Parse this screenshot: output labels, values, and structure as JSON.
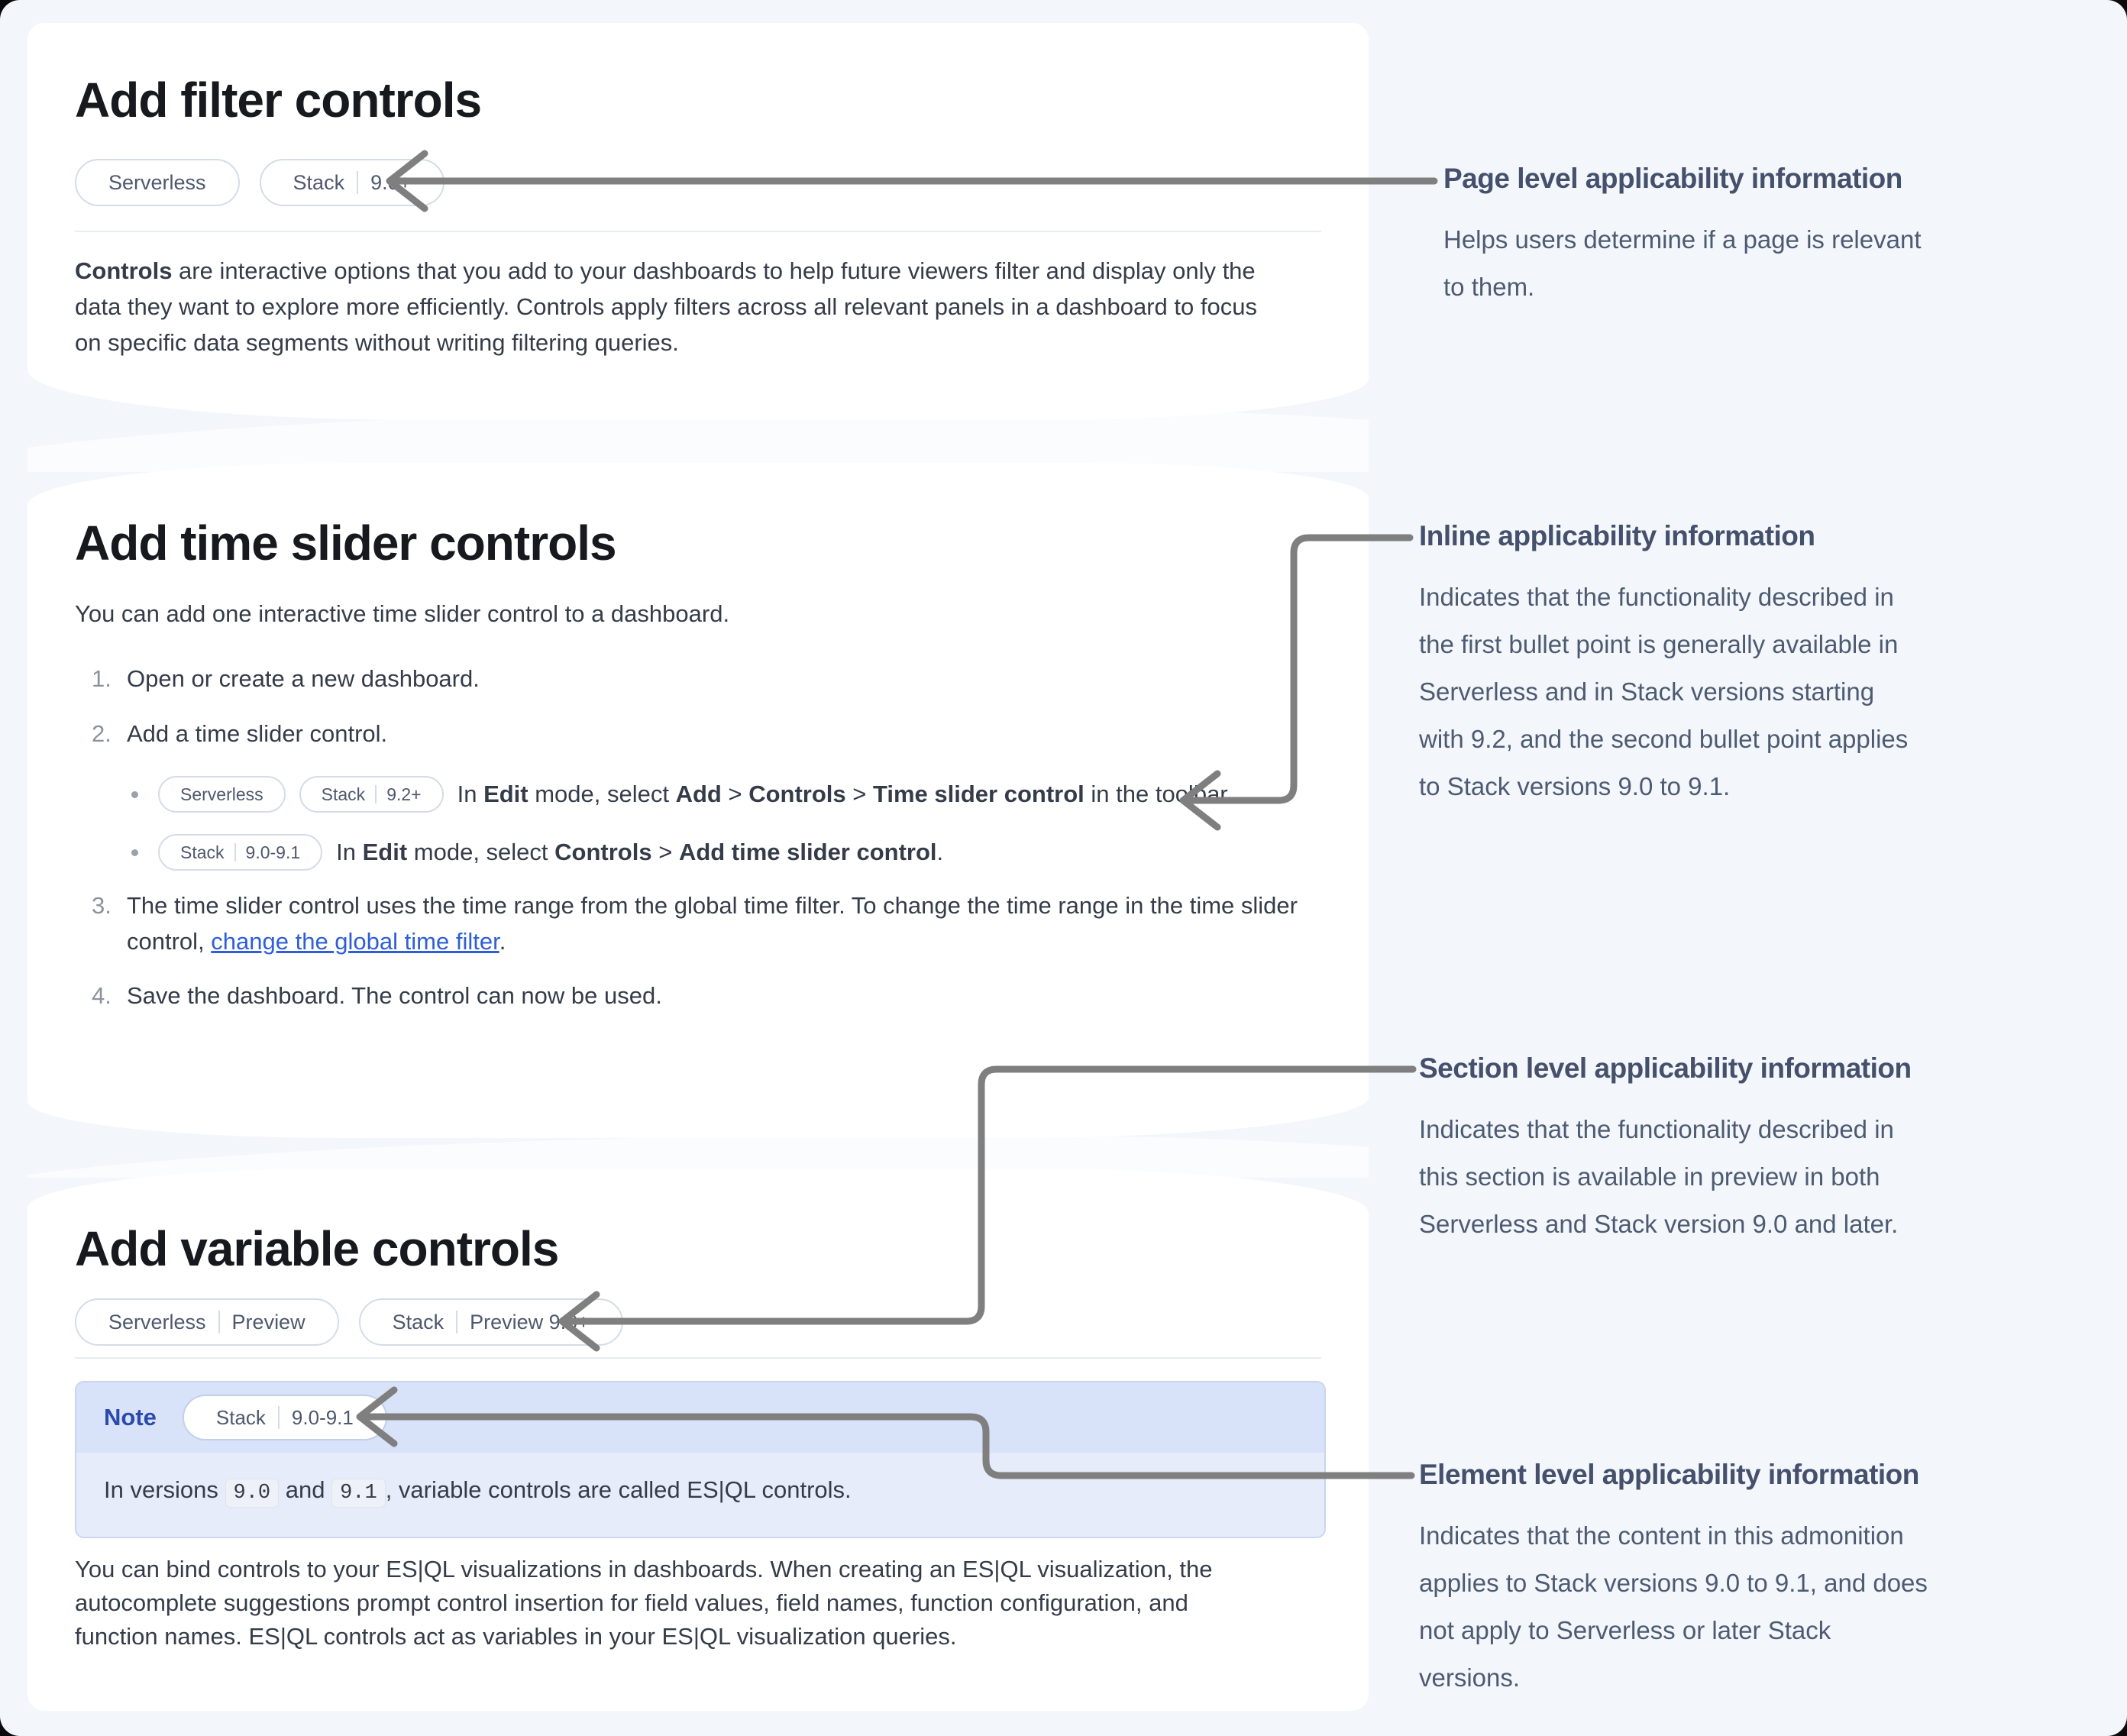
{
  "colors": {
    "page_bg": "#f3f6fb",
    "card_bg": "#ffffff",
    "arrow": "#7f7f7f",
    "heading_text": "#17191e",
    "body_text": "#353c49",
    "annotation_heading": "#45516c",
    "annotation_body": "#4d5b72",
    "badge_border": "#d5dce8",
    "badge_text": "#4e586e",
    "link": "#2e5ed8",
    "note_header_bg": "#d8e2f8",
    "note_body_bg": "#e6ecfa",
    "note_title": "#2a4aac",
    "code_bg": "#eef1f7"
  },
  "filter_section": {
    "title": "Add filter controls",
    "badges": [
      {
        "segments": [
          "Serverless"
        ]
      },
      {
        "segments": [
          "Stack",
          "9.0+"
        ]
      }
    ],
    "intro_runs": [
      {
        "t": "Controls",
        "b": true
      },
      {
        "t": " are interactive options that you add to your dashboards to help future viewers filter and display only the\ndata they want to explore more efficiently. Controls apply filters across all relevant panels in a dashboard to focus\non specific data segments without writing filtering queries."
      }
    ]
  },
  "timeslider_section": {
    "title": "Add time slider controls",
    "intro": "You can add one interactive time slider control to a dashboard.",
    "steps": {
      "s1": {
        "num": "1.",
        "runs": [
          {
            "t": "Open or create a new dashboard."
          }
        ]
      },
      "s2": {
        "num": "2.",
        "runs": [
          {
            "t": "Add a time slider control."
          }
        ]
      },
      "s3": {
        "num": "3.",
        "runs": [
          {
            "t": "The time slider control uses the time range from the global time filter. To change the time range in the time slider\ncontrol, "
          },
          {
            "t": "change the global time filter",
            "l": true
          },
          {
            "t": "."
          }
        ]
      },
      "s4": {
        "num": "4.",
        "runs": [
          {
            "t": "Save the dashboard. The control can now be used."
          }
        ]
      }
    },
    "bullet1": {
      "badges": [
        {
          "segments": [
            "Serverless"
          ]
        },
        {
          "segments": [
            "Stack",
            "9.2+"
          ]
        }
      ],
      "runs": [
        {
          "t": "In "
        },
        {
          "t": "Edit",
          "b": true
        },
        {
          "t": " mode, select "
        },
        {
          "t": "Add",
          "b": true
        },
        {
          "t": " > "
        },
        {
          "t": "Controls",
          "b": true
        },
        {
          "t": " > "
        },
        {
          "t": "Time slider control",
          "b": true
        },
        {
          "t": " in the toolbar."
        }
      ]
    },
    "bullet2": {
      "badges": [
        {
          "segments": [
            "Stack",
            "9.0-9.1"
          ]
        }
      ],
      "runs": [
        {
          "t": "In "
        },
        {
          "t": "Edit",
          "b": true
        },
        {
          "t": " mode, select "
        },
        {
          "t": "Controls",
          "b": true
        },
        {
          "t": " > "
        },
        {
          "t": "Add time slider control",
          "b": true
        },
        {
          "t": "."
        }
      ]
    }
  },
  "variable_section": {
    "title": "Add variable controls",
    "badges": [
      {
        "segments": [
          "Serverless",
          "Preview"
        ]
      },
      {
        "segments": [
          "Stack",
          "Preview 9.0+"
        ]
      }
    ],
    "note": {
      "label": "Note",
      "badge": {
        "segments": [
          "Stack",
          "9.0-9.1"
        ]
      },
      "body_runs": [
        {
          "t": "In versions "
        },
        {
          "t": "9.0",
          "c": true
        },
        {
          "t": " and "
        },
        {
          "t": "9.1",
          "c": true
        },
        {
          "t": ", variable controls are called ES|QL controls."
        }
      ]
    },
    "outro": "You can bind controls to your ES|QL visualizations in dashboards. When creating an ES|QL visualization, the\nautocomplete suggestions prompt control insertion for field values, field names, function configuration, and\nfunction names. ES|QL controls act as variables in your ES|QL visualization queries."
  },
  "annotations": {
    "page_level": {
      "title": "Page level applicability information",
      "body": "Helps users determine if a page is relevant\nto them."
    },
    "inline": {
      "title": "Inline applicability information",
      "body": "Indicates that the functionality described in\nthe first bullet point is generally available in\nServerless and in Stack versions starting\nwith 9.2, and the second bullet point applies\nto Stack versions 9.0 to 9.1."
    },
    "section_level": {
      "title": "Section level applicability information",
      "body": "Indicates that the functionality described in\nthis section is available in preview in both\nServerless and Stack version 9.0 and later."
    },
    "element_level": {
      "title": "Element level applicability information",
      "body": "Indicates that the content in this admonition\napplies to Stack versions 9.0 to 9.1, and does\nnot apply to Serverless or later Stack\nversions."
    }
  }
}
